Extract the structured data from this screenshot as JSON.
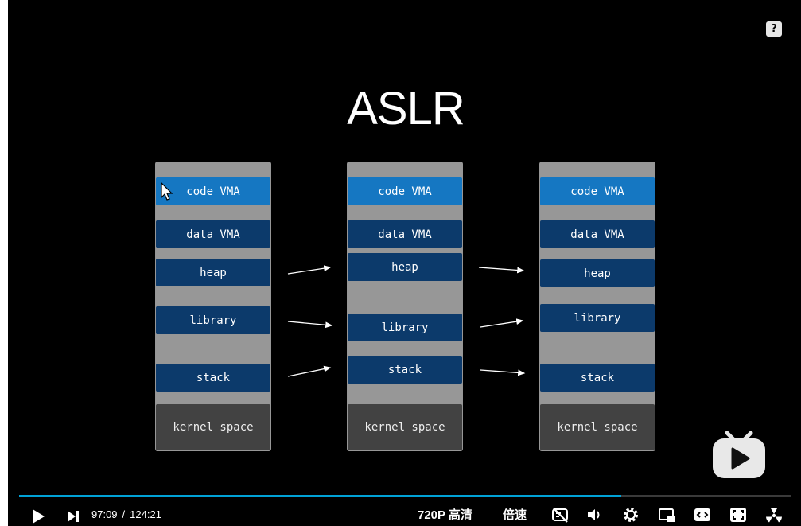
{
  "slide": {
    "title": "ASLR",
    "help_glyph": "?"
  },
  "columns": [
    {
      "blocks": [
        "code VMA",
        "data VMA",
        "heap",
        "library",
        "stack"
      ],
      "kernel": "kernel space"
    },
    {
      "blocks": [
        "code VMA",
        "data VMA",
        "heap",
        "library",
        "stack"
      ],
      "kernel": "kernel space"
    },
    {
      "blocks": [
        "code VMA",
        "data VMA",
        "heap",
        "library",
        "stack"
      ],
      "kernel": "kernel space"
    }
  ],
  "player": {
    "current_time": "97:09",
    "separator": "/",
    "total_time": "124:21",
    "progress_fraction": 0.78,
    "quality": "720P 高清",
    "speed": "倍速",
    "accent_color": "#00a1d6",
    "icons": [
      "play-icon",
      "next-icon",
      "danmaku-off-icon",
      "volume-icon",
      "settings-icon",
      "pip-icon",
      "widescreen-icon",
      "fullscreen-icon",
      "radiation-icon",
      "bilibili-tv-icon"
    ]
  }
}
